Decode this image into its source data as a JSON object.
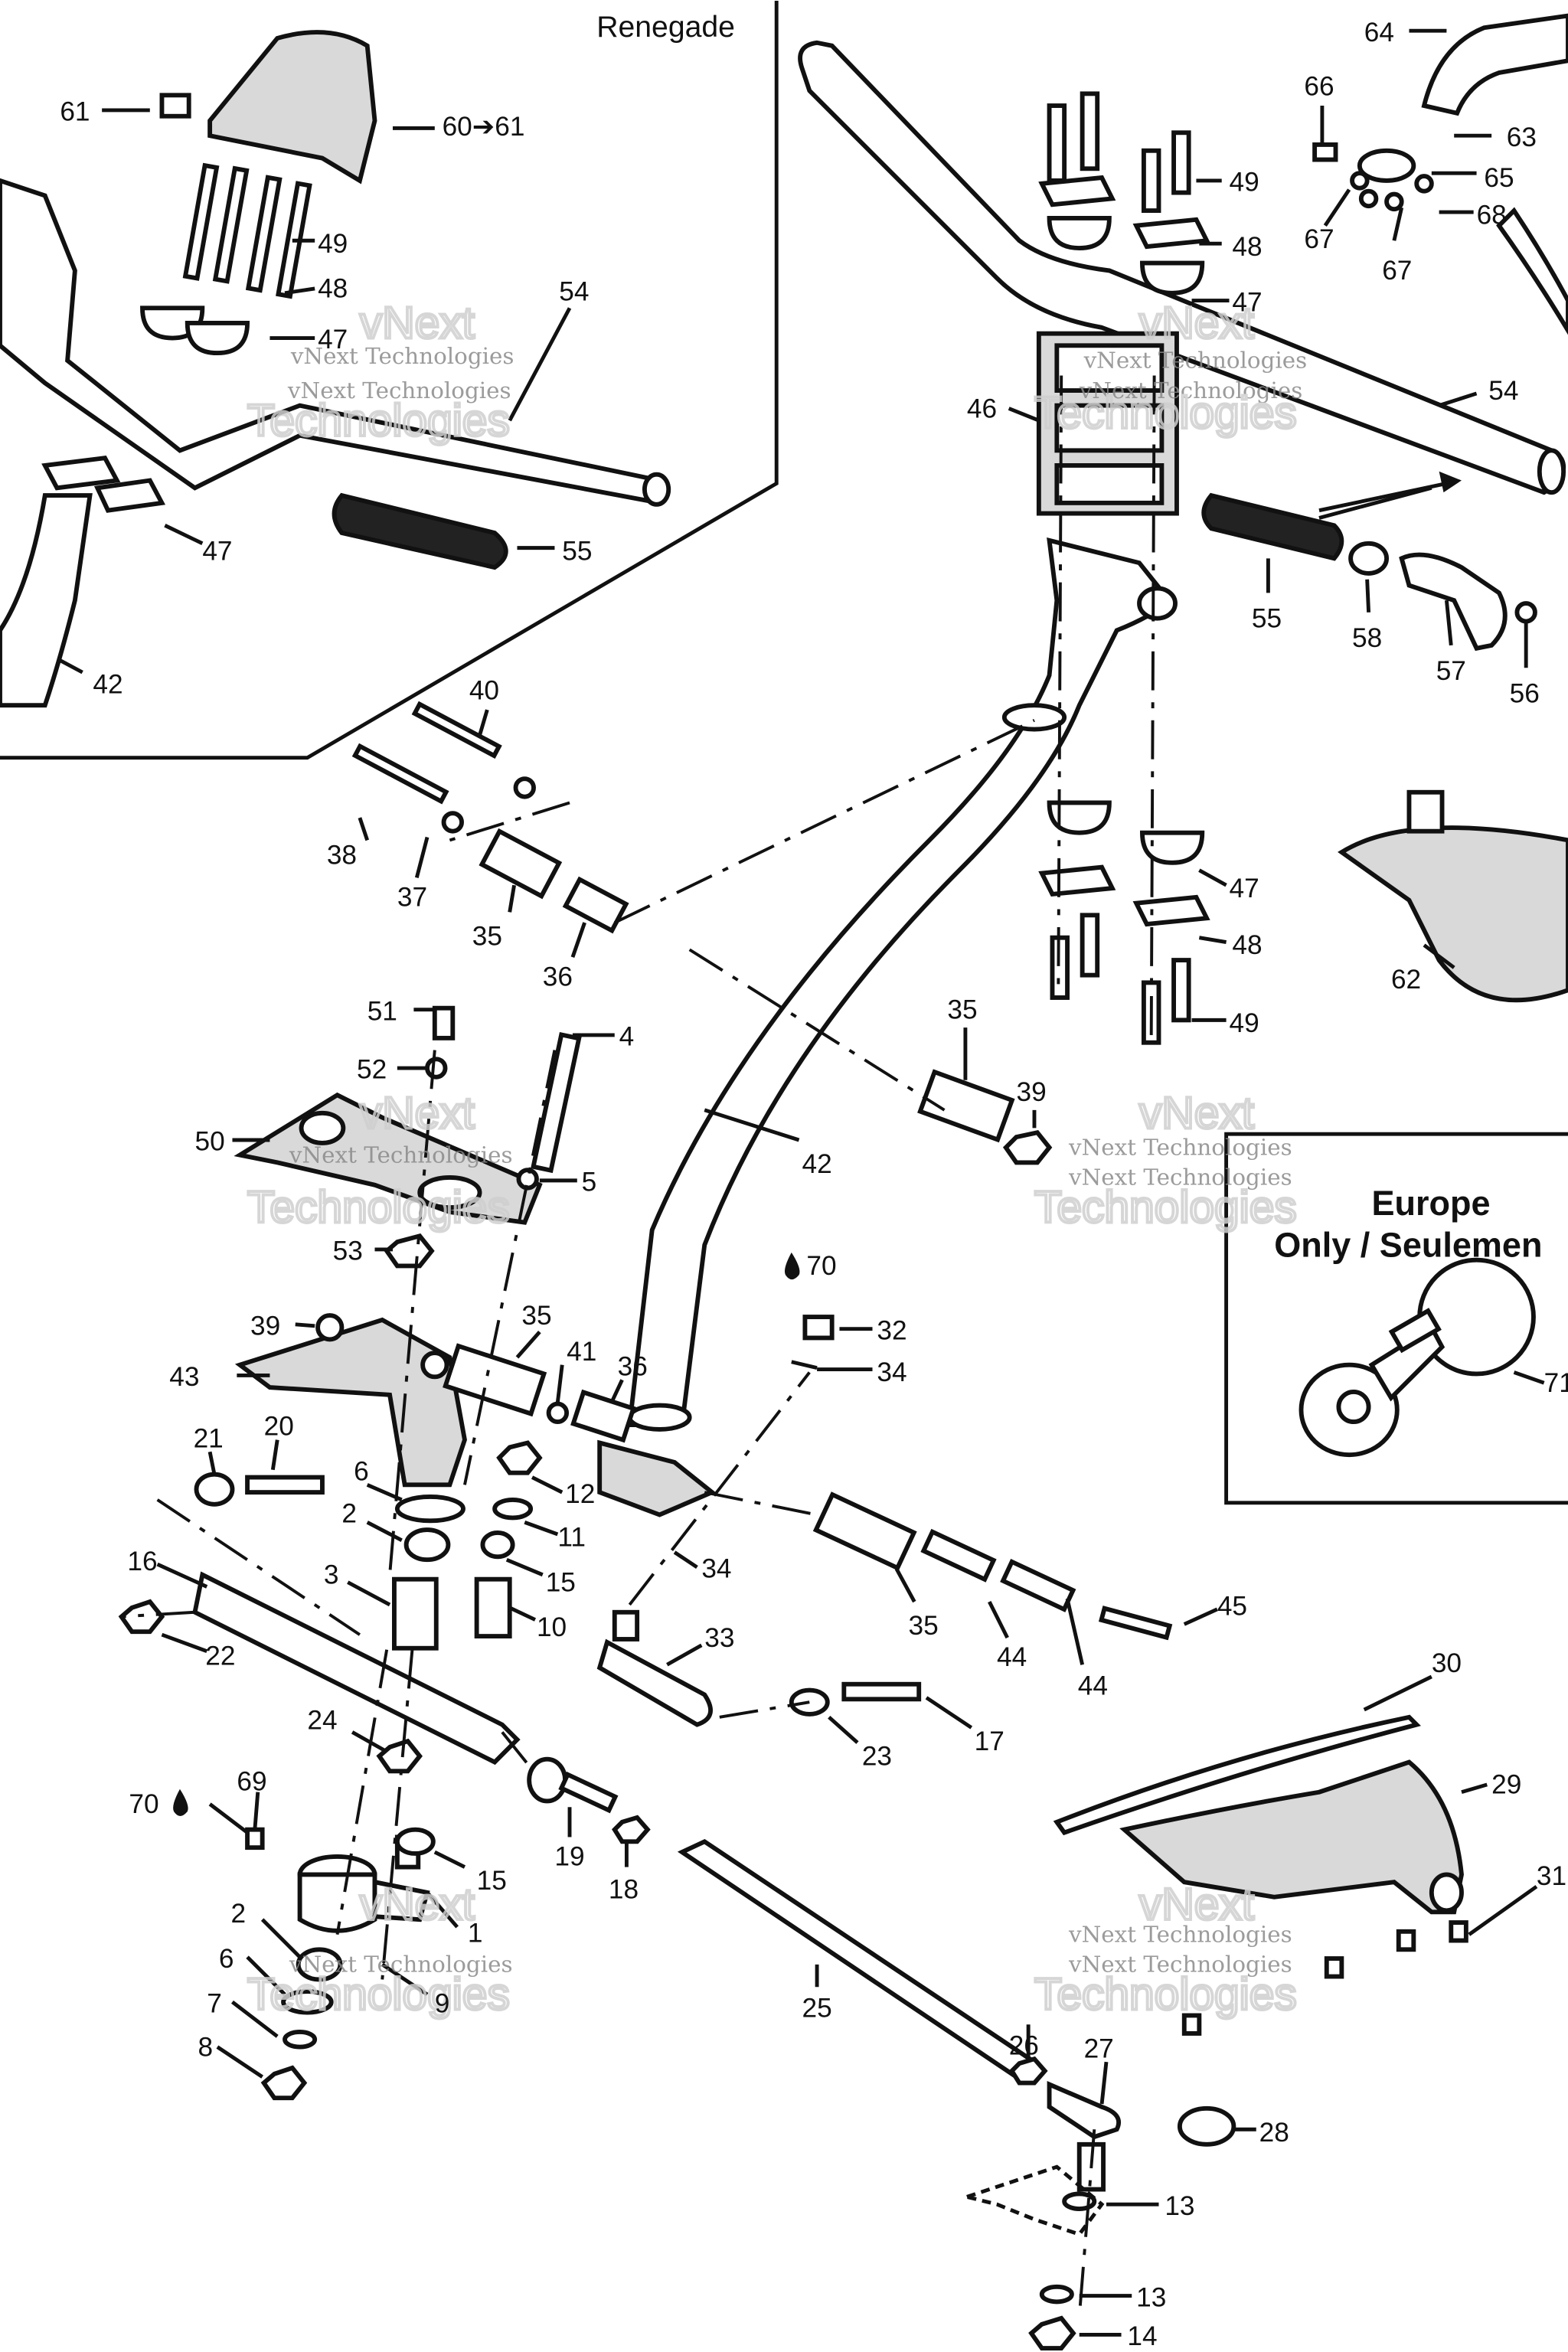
{
  "insets": {
    "renegade": {
      "title": "Renegade"
    },
    "europe": {
      "title_line1": "Europe",
      "title_line2": "Only / Seulemen"
    }
  },
  "watermark": {
    "line1": "vNext Technologies",
    "line2": "Technologies",
    "line3": "vNext"
  },
  "callouts": [
    {
      "id": "c64",
      "label": "64"
    },
    {
      "id": "c66",
      "label": "66"
    },
    {
      "id": "c63",
      "label": "63"
    },
    {
      "id": "c49a",
      "label": "49"
    },
    {
      "id": "c65",
      "label": "65"
    },
    {
      "id": "c48a",
      "label": "48"
    },
    {
      "id": "c68",
      "label": "68"
    },
    {
      "id": "c67a",
      "label": "67"
    },
    {
      "id": "c67b",
      "label": "67"
    },
    {
      "id": "c47a",
      "label": "47"
    },
    {
      "id": "c46",
      "label": "46"
    },
    {
      "id": "c54a",
      "label": "54"
    },
    {
      "id": "c55a",
      "label": "55"
    },
    {
      "id": "c58",
      "label": "58"
    },
    {
      "id": "c57",
      "label": "57"
    },
    {
      "id": "c56",
      "label": "56"
    },
    {
      "id": "c62",
      "label": "62"
    },
    {
      "id": "c47b",
      "label": "47"
    },
    {
      "id": "c48b",
      "label": "48"
    },
    {
      "id": "c49b",
      "label": "49"
    },
    {
      "id": "c61",
      "label": "61"
    },
    {
      "id": "c6061",
      "label": "60➔61"
    },
    {
      "id": "c49c",
      "label": "49"
    },
    {
      "id": "c48c",
      "label": "48"
    },
    {
      "id": "c47c",
      "label": "47"
    },
    {
      "id": "c54b",
      "label": "54"
    },
    {
      "id": "c55b",
      "label": "55"
    },
    {
      "id": "c47d",
      "label": "47"
    },
    {
      "id": "c42a",
      "label": "42"
    },
    {
      "id": "c40",
      "label": "40"
    },
    {
      "id": "c38",
      "label": "38"
    },
    {
      "id": "c37",
      "label": "37"
    },
    {
      "id": "c35a",
      "label": "35"
    },
    {
      "id": "c36a",
      "label": "36"
    },
    {
      "id": "c51",
      "label": "51"
    },
    {
      "id": "c4",
      "label": "4"
    },
    {
      "id": "c52",
      "label": "52"
    },
    {
      "id": "c50",
      "label": "50"
    },
    {
      "id": "c5",
      "label": "5"
    },
    {
      "id": "c53",
      "label": "53"
    },
    {
      "id": "c35b",
      "label": "35"
    },
    {
      "id": "c39a",
      "label": "39"
    },
    {
      "id": "c42b",
      "label": "42"
    },
    {
      "id": "c70a",
      "label": "70"
    },
    {
      "id": "c39b",
      "label": "39"
    },
    {
      "id": "c35c",
      "label": "35"
    },
    {
      "id": "c32",
      "label": "32"
    },
    {
      "id": "c43",
      "label": "43"
    },
    {
      "id": "c41",
      "label": "41"
    },
    {
      "id": "c36b",
      "label": "36"
    },
    {
      "id": "c34a",
      "label": "34"
    },
    {
      "id": "c21",
      "label": "21"
    },
    {
      "id": "c20",
      "label": "20"
    },
    {
      "id": "c6a",
      "label": "6"
    },
    {
      "id": "c12",
      "label": "12"
    },
    {
      "id": "c2a",
      "label": "2"
    },
    {
      "id": "c11",
      "label": "11"
    },
    {
      "id": "c34b",
      "label": "34"
    },
    {
      "id": "c16",
      "label": "16"
    },
    {
      "id": "c3",
      "label": "3"
    },
    {
      "id": "c15a",
      "label": "15"
    },
    {
      "id": "c10",
      "label": "10"
    },
    {
      "id": "c35d",
      "label": "35"
    },
    {
      "id": "c44a",
      "label": "44"
    },
    {
      "id": "c45",
      "label": "45"
    },
    {
      "id": "c22",
      "label": "22"
    },
    {
      "id": "c33",
      "label": "33"
    },
    {
      "id": "c44b",
      "label": "44"
    },
    {
      "id": "c30",
      "label": "30"
    },
    {
      "id": "c24",
      "label": "24"
    },
    {
      "id": "c23",
      "label": "23"
    },
    {
      "id": "c17",
      "label": "17"
    },
    {
      "id": "c29",
      "label": "29"
    },
    {
      "id": "c70b",
      "label": "70"
    },
    {
      "id": "c69",
      "label": "69"
    },
    {
      "id": "c19",
      "label": "19"
    },
    {
      "id": "c18",
      "label": "18"
    },
    {
      "id": "c15b",
      "label": "15"
    },
    {
      "id": "c31",
      "label": "31"
    },
    {
      "id": "c1",
      "label": "1"
    },
    {
      "id": "c2b",
      "label": "2"
    },
    {
      "id": "c9",
      "label": "9"
    },
    {
      "id": "c6b",
      "label": "6"
    },
    {
      "id": "c25",
      "label": "25"
    },
    {
      "id": "c7",
      "label": "7"
    },
    {
      "id": "c26",
      "label": "26"
    },
    {
      "id": "c27",
      "label": "27"
    },
    {
      "id": "c8",
      "label": "8"
    },
    {
      "id": "c28",
      "label": "28"
    },
    {
      "id": "c13a",
      "label": "13"
    },
    {
      "id": "c13b",
      "label": "13"
    },
    {
      "id": "c14",
      "label": "14"
    },
    {
      "id": "c71",
      "label": "71"
    }
  ]
}
